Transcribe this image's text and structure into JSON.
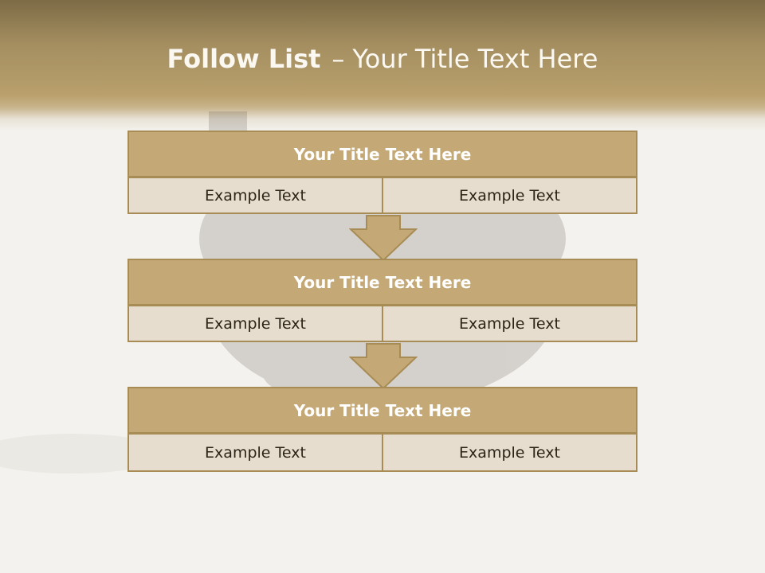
{
  "slide": {
    "title_bold": "Follow List",
    "title_dash": "–",
    "title_rest": "Your Title Text Here"
  },
  "steps": [
    {
      "title": "Your Title Text Here",
      "left": "Example Text",
      "right": "Example Text"
    },
    {
      "title": "Your Title Text Here",
      "left": "Example Text",
      "right": "Example Text"
    },
    {
      "title": "Your Title Text Here",
      "left": "Example Text",
      "right": "Example Text"
    }
  ],
  "colors": {
    "header_dark": "#7d6b46",
    "header_gold": "#b9a06c",
    "box_title_fill": "#c4a977",
    "box_border": "#a88c55",
    "cell_fill": "#e6ddcf",
    "background": "#f4f2ee"
  }
}
